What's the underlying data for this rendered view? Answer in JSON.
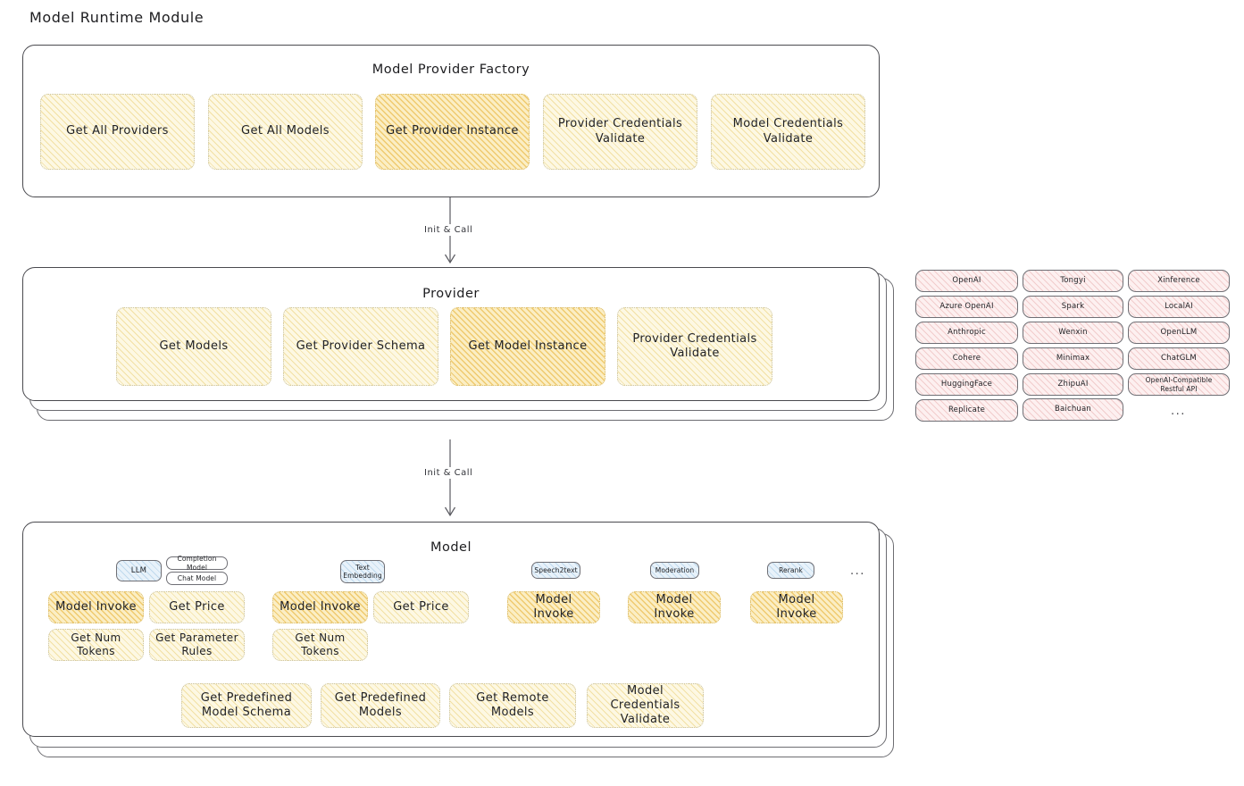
{
  "page": {
    "title": "Model Runtime Module"
  },
  "factory": {
    "title": "Model Provider Factory",
    "nodes": [
      {
        "label": "Get All Providers",
        "style": "yellow"
      },
      {
        "label": "Get All Models",
        "style": "yellow"
      },
      {
        "label": "Get Provider Instance",
        "style": "amber"
      },
      {
        "label": "Provider Credentials Validate",
        "style": "yellow"
      },
      {
        "label": "Model Credentials Validate",
        "style": "yellow"
      }
    ]
  },
  "connectors": [
    {
      "label": "Init & Call"
    },
    {
      "label": "Init & Call"
    }
  ],
  "provider": {
    "title": "Provider",
    "nodes": [
      {
        "label": "Get Models",
        "style": "yellow"
      },
      {
        "label": "Get Provider Schema",
        "style": "yellow"
      },
      {
        "label": "Get Model Instance",
        "style": "amber"
      },
      {
        "label": "Provider Credentials Validate",
        "style": "yellow"
      }
    ]
  },
  "provider_list": {
    "columns": [
      {
        "items": [
          "OpenAI",
          "Azure OpenAI",
          "Anthropic",
          "Cohere",
          "HuggingFace",
          "Replicate"
        ]
      },
      {
        "items": [
          "Tongyi",
          "Spark",
          "Wenxin",
          "Minimax",
          "ZhipuAI",
          "Baichuan"
        ]
      },
      {
        "items": [
          "Xinference",
          "LocalAI",
          "OpenLLM",
          "ChatGLM",
          "OpenAI-Compatible Restful API"
        ]
      }
    ],
    "more": "..."
  },
  "model": {
    "title": "Model",
    "more": "...",
    "types": [
      {
        "label": "LLM",
        "style": "blue",
        "subtypes": [
          "Completion Model",
          "Chat Model"
        ],
        "actions": [
          {
            "label": "Model Invoke",
            "style": "amber"
          },
          {
            "label": "Get Price",
            "style": "yellow"
          },
          {
            "label": "Get Num Tokens",
            "style": "yellow"
          },
          {
            "label": "Get Parameter Rules",
            "style": "yellow"
          }
        ]
      },
      {
        "label": "Text Embedding",
        "style": "blue",
        "subtypes": [],
        "actions": [
          {
            "label": "Model Invoke",
            "style": "amber"
          },
          {
            "label": "Get Price",
            "style": "yellow"
          },
          {
            "label": "Get Num Tokens",
            "style": "yellow"
          }
        ]
      },
      {
        "label": "Speech2text",
        "style": "blue",
        "subtypes": [],
        "actions": [
          {
            "label": "Model Invoke",
            "style": "amber"
          }
        ]
      },
      {
        "label": "Moderation",
        "style": "blue",
        "subtypes": [],
        "actions": [
          {
            "label": "Model Invoke",
            "style": "amber"
          }
        ]
      },
      {
        "label": "Rerank",
        "style": "blue",
        "subtypes": [],
        "actions": [
          {
            "label": "Model Invoke",
            "style": "amber"
          }
        ]
      }
    ],
    "common_actions": [
      {
        "label": "Get Predefined Model Schema",
        "style": "yellow"
      },
      {
        "label": "Get Predefined Models",
        "style": "yellow"
      },
      {
        "label": "Get Remote Models",
        "style": "yellow"
      },
      {
        "label": "Model Credentials Validate",
        "style": "yellow"
      }
    ]
  }
}
